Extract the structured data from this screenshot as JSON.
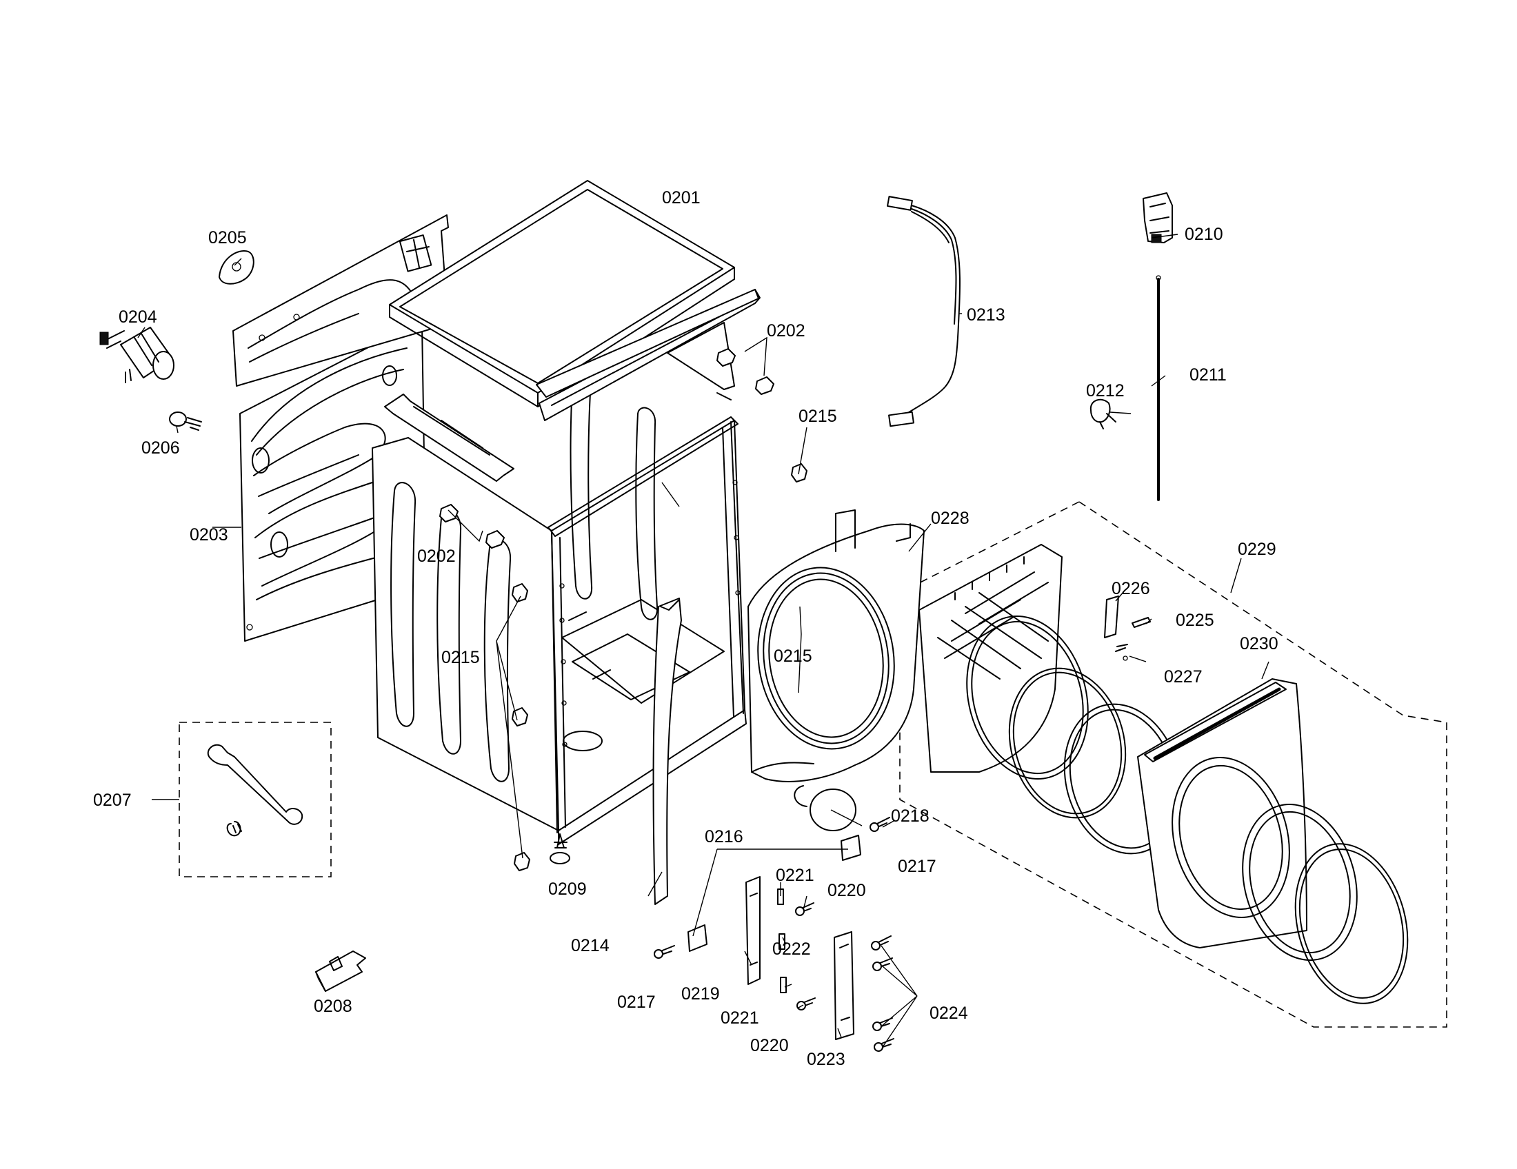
{
  "diagram": {
    "labels": {
      "p0201": "0201",
      "p0202a": "0202",
      "p0202b": "0202",
      "p0203": "0203",
      "p0204": "0204",
      "p0205": "0205",
      "p0206": "0206",
      "p0207": "0207",
      "p0208": "0208",
      "p0209": "0209",
      "p0210": "0210",
      "p0211": "0211",
      "p0212": "0212",
      "p0213": "0213",
      "p0214": "0214",
      "p0215a": "0215",
      "p0215b": "0215",
      "p0215c": "0215",
      "p0216": "0216",
      "p0217a": "0217",
      "p0217b": "0217",
      "p0218": "0218",
      "p0219": "0219",
      "p0220a": "0220",
      "p0220b": "0220",
      "p0221a": "0221",
      "p0221b": "0221",
      "p0222": "0222",
      "p0223": "0223",
      "p0224": "0224",
      "p0225": "0225",
      "p0226": "0226",
      "p0227": "0227",
      "p0228": "0228",
      "p0229": "0229",
      "p0230": "0230"
    }
  }
}
